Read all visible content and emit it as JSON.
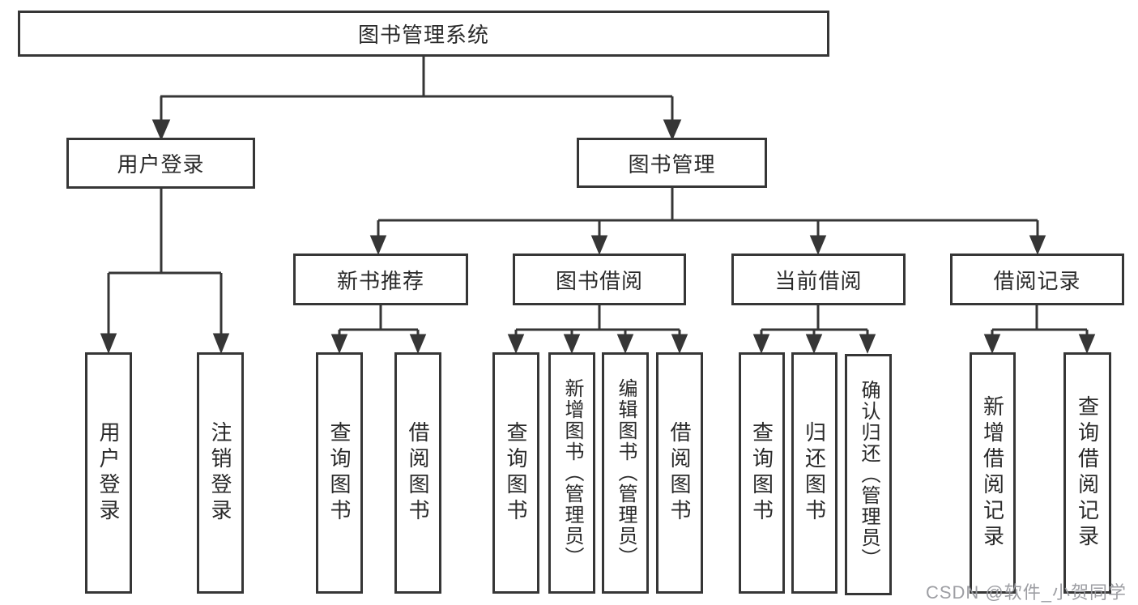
{
  "diagram_title": "图书管理系统",
  "nodes": {
    "root": "图书管理系统",
    "user_login": "用户登录",
    "book_mgmt": "图书管理",
    "new_book_rec": "新书推荐",
    "book_borrow": "图书借阅",
    "current_borrow": "当前借阅",
    "borrow_records": "借阅记录",
    "ul_user_login": "用户登录",
    "ul_logout": "注销登录",
    "nb_query_book": "查询图书",
    "nb_borrow_book": "借阅图书",
    "bb_query_book": "查询图书",
    "bb_add_book": "新增图书（管理员）",
    "bb_edit_book": "编辑图书（管理员）",
    "bb_borrow_book": "借阅图书",
    "cb_query_book": "查询图书",
    "cb_return_book": "归还图书",
    "cb_confirm_return": "确认归还（管理员）",
    "br_add_record": "新增借阅记录",
    "br_query_record": "查询借阅记录"
  },
  "structure": {
    "root": [
      "user_login",
      "book_mgmt"
    ],
    "user_login": [
      "ul_user_login",
      "ul_logout"
    ],
    "book_mgmt": [
      "new_book_rec",
      "book_borrow",
      "current_borrow",
      "borrow_records"
    ],
    "new_book_rec": [
      "nb_query_book",
      "nb_borrow_book"
    ],
    "book_borrow": [
      "bb_query_book",
      "bb_add_book",
      "bb_edit_book",
      "bb_borrow_book"
    ],
    "current_borrow": [
      "cb_query_book",
      "cb_return_book",
      "cb_confirm_return"
    ],
    "borrow_records": [
      "br_add_record",
      "br_query_record"
    ]
  },
  "watermark": "CSDN @软件_小贺同学",
  "colors": {
    "line": "#363636",
    "box_border": "#363636",
    "text": "#2a2a2a",
    "watermark": "#98999e",
    "background": "#ffffff"
  }
}
